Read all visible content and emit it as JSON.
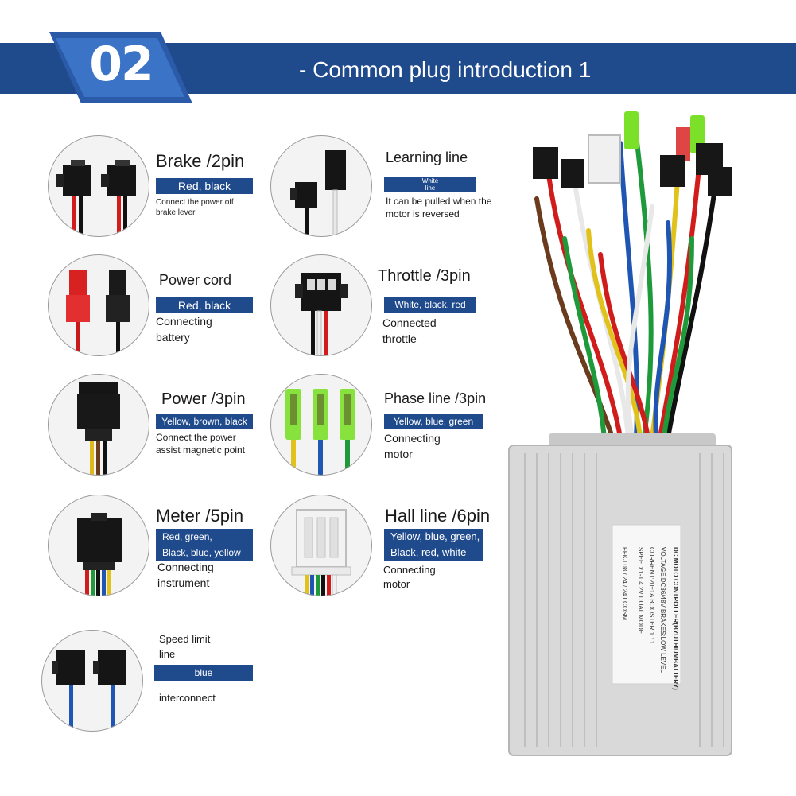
{
  "header": {
    "badge_number": "02",
    "title": "- Common plug introduction 1"
  },
  "plugs": {
    "brake": {
      "name": "Brake /2pin",
      "colors": "Red, black",
      "desc_line1": "Connect the power off",
      "desc_line2": "brake lever"
    },
    "learning": {
      "name": "Learning line",
      "colors_line1": "White",
      "colors_line2": "line",
      "desc_line1": "It can be pulled when the",
      "desc_line2": "motor is reversed"
    },
    "power_cord": {
      "name": "Power cord",
      "colors": "Red, black",
      "desc_line1": "Connecting",
      "desc_line2": "battery"
    },
    "throttle": {
      "name": "Throttle /3pin",
      "colors": "White, black, red",
      "desc_line1": "Connected",
      "desc_line2": "throttle"
    },
    "power": {
      "name": "Power /3pin",
      "colors": "Yellow, brown, black",
      "desc_line1": "Connect the power",
      "desc_line2": "assist magnetic point"
    },
    "phase": {
      "name": "Phase line /3pin",
      "colors": "Yellow, blue, green",
      "desc_line1": "Connecting",
      "desc_line2": "motor"
    },
    "meter": {
      "name": "Meter /5pin",
      "colors_line1": "Red, green,",
      "colors_line2": "Black, blue, yellow",
      "desc_line1": "Connecting",
      "desc_line2": "instrument"
    },
    "hall": {
      "name": "Hall line /6pin",
      "colors_line1": "Yellow, blue, green,",
      "colors_line2": "Black, red, white",
      "desc_line1": "Connecting",
      "desc_line2": "motor"
    },
    "speed_limit": {
      "name_line1": "Speed limit",
      "name_line2": "line",
      "colors": "blue",
      "desc": "interconnect"
    }
  },
  "controller": {
    "sticker_line1": "DC MOTO CONTROLLER(BYUTHIUMBATTERY)",
    "sticker_line2": "VOLTAGE:DC36/48V    BRAKES:LOW LEVEL",
    "sticker_line3": "CURRENT:20±1A         BOOSTER:1 : 1",
    "sticker_line4": "SPEED:1-1.4.2V DUAL MODE",
    "sticker_line5": "FFKJ                08 / 24 / 24         LCOSM"
  },
  "colors": {
    "brand_blue": "#1f4a8c",
    "header_text": "#ffffff"
  }
}
